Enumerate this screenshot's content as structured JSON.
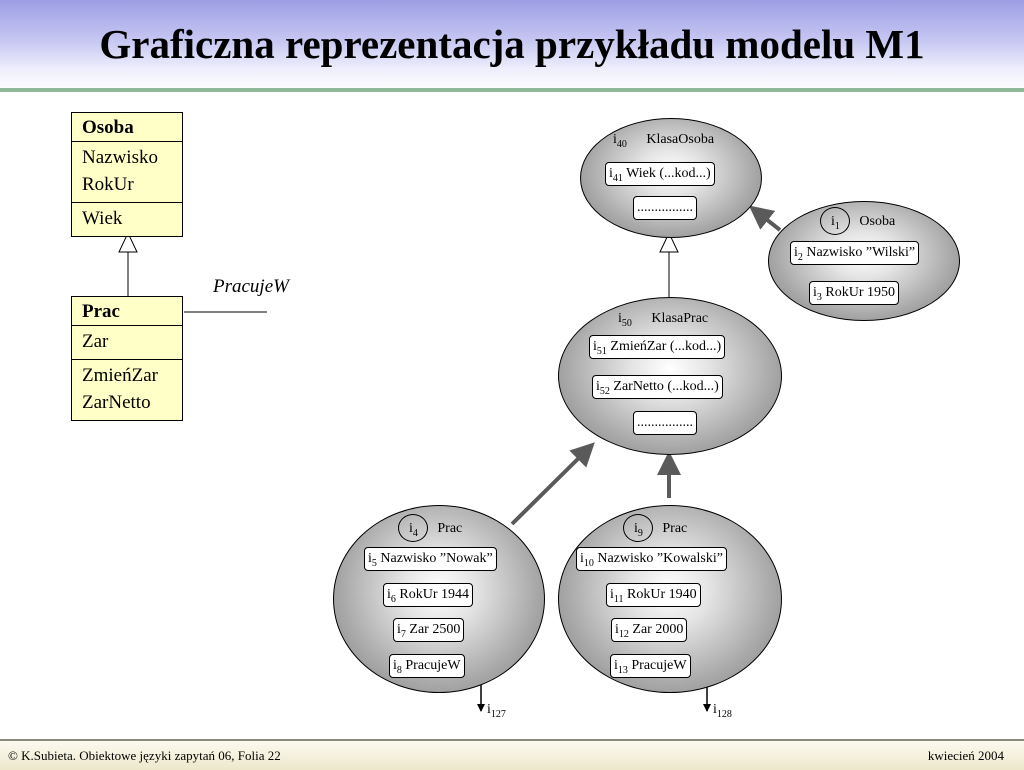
{
  "title": "Graficzna reprezentacja przykładu modelu M1",
  "footer": {
    "left": "© K.Subieta. Obiektowe języki zapytań 06, Folia 22",
    "right": "kwiecień 2004"
  },
  "uml": {
    "osoba": {
      "name": "Osoba",
      "attributes": [
        "Nazwisko",
        "RokUr"
      ],
      "methods": [
        "Wiek"
      ]
    },
    "prac": {
      "name": "Prac",
      "attributes": [
        "Zar"
      ],
      "methods": [
        "ZmieńZar",
        "ZarNetto"
      ]
    },
    "association": "PracujeW"
  },
  "objects": {
    "klasa_osoba": {
      "id": "i",
      "id_sub": "40",
      "name": "KlasaOsoba",
      "attrs": [
        {
          "id": "i",
          "sub": "41",
          "text": "Wiek (...kod...)"
        },
        {
          "text": "................"
        }
      ]
    },
    "klasa_prac": {
      "id": "i",
      "id_sub": "50",
      "name": "KlasaPrac",
      "attrs": [
        {
          "id": "i",
          "sub": "51",
          "text": "ZmieńZar (...kod...)"
        },
        {
          "id": "i",
          "sub": "52",
          "text": "ZarNetto (...kod...)"
        },
        {
          "text": "................"
        }
      ]
    },
    "osoba1": {
      "id": "i",
      "id_sub": "1",
      "name": "Osoba",
      "attrs": [
        {
          "id": "i",
          "sub": "2",
          "text": "Nazwisko ”Wilski”"
        },
        {
          "id": "i",
          "sub": "3",
          "text": "RokUr  1950"
        }
      ]
    },
    "prac4": {
      "id": "i",
      "id_sub": "4",
      "name": "Prac",
      "attrs": [
        {
          "id": "i",
          "sub": "5",
          "text": "Nazwisko ”Nowak”"
        },
        {
          "id": "i",
          "sub": "6",
          "text": "RokUr  1944"
        },
        {
          "id": "i",
          "sub": "7",
          "text": "Zar  2500"
        },
        {
          "id": "i",
          "sub": "8",
          "text": "PracujeW"
        }
      ],
      "ref": {
        "id": "i",
        "sub": "127"
      }
    },
    "prac9": {
      "id": "i",
      "id_sub": "9",
      "name": "Prac",
      "attrs": [
        {
          "id": "i",
          "sub": "10",
          "text": "Nazwisko ”Kowalski”"
        },
        {
          "id": "i",
          "sub": "11",
          "text": "RokUr 1940"
        },
        {
          "id": "i",
          "sub": "12",
          "text": "Zar 2000"
        },
        {
          "id": "i",
          "sub": "13",
          "text": "PracujeW"
        }
      ],
      "ref": {
        "id": "i",
        "sub": "128"
      }
    }
  }
}
